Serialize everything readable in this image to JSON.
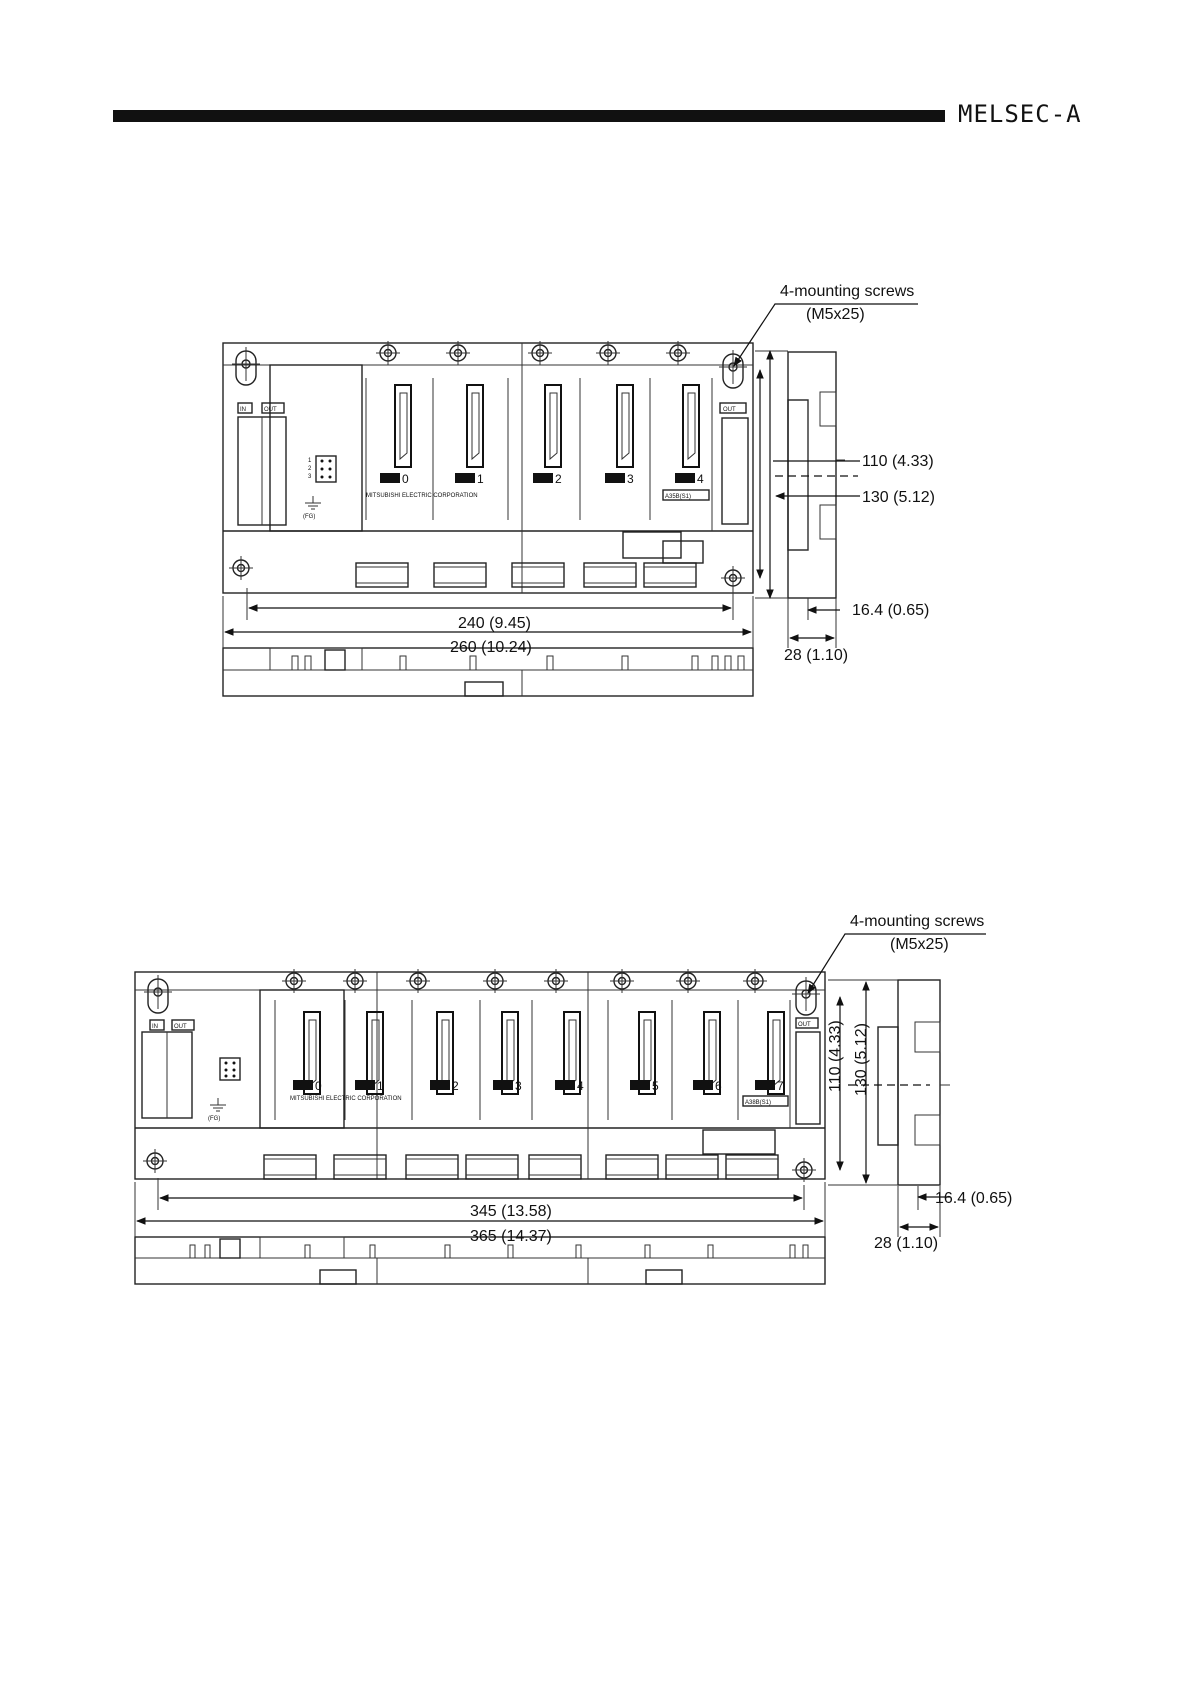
{
  "header": {
    "product": "MELSEC-A"
  },
  "drawing1": {
    "callout": {
      "line1": "4-mounting screws",
      "line2": "(M5x25)"
    },
    "dims": {
      "height_inner": "110 (4.33)",
      "height_outer": "130 (5.12)",
      "width_mount": "240 (9.45)",
      "width_overall": "260 (10.24)",
      "depth_offset": "16.4 (0.65)",
      "depth_total": "28 (1.10)"
    },
    "labels": {
      "in": "IN",
      "out": "OUT",
      "out_right": "OUT",
      "fg": "(FG)",
      "maker": "MITSUBISHI ELECTRIC CORPORATION",
      "model": "A35B(S1)"
    },
    "jumper_numbers": [
      "1",
      "2",
      "3"
    ],
    "slots": [
      "0",
      "1",
      "2",
      "3",
      "4"
    ]
  },
  "drawing2": {
    "callout": {
      "line1": "4-mounting screws",
      "line2": "(M5x25)"
    },
    "dims": {
      "height_inner": "110 (4.33)",
      "height_outer": "130 (5.12)",
      "width_mount": "345 (13.58)",
      "width_overall": "365 (14.37)",
      "depth_offset": "16.4 (0.65)",
      "depth_total": "28 (1.10)"
    },
    "labels": {
      "in": "IN",
      "out": "OUT",
      "out_right": "OUT",
      "fg": "(FG)",
      "maker": "MITSUBISHI ELECTRIC CORPORATION",
      "model": "A38B(S1)"
    },
    "slots": [
      "0",
      "1",
      "2",
      "3",
      "4",
      "5",
      "6",
      "7"
    ]
  }
}
